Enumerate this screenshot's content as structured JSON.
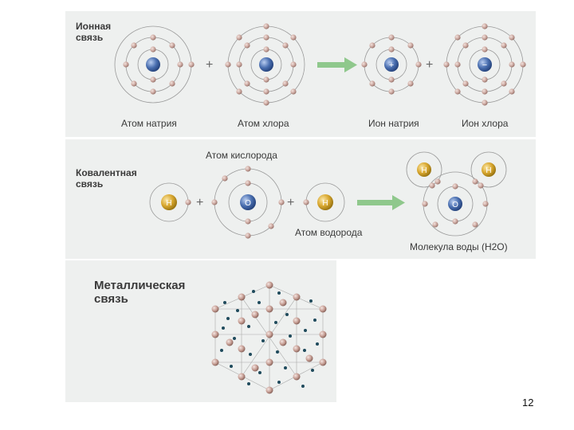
{
  "ionic": {
    "title": "Ионная\nсвязь",
    "captions": [
      "Атом натрия",
      "Атом хлора",
      "Ион натрия",
      "Ион хлора"
    ],
    "plus": "+",
    "nucleus_signs": [
      "+",
      "−"
    ]
  },
  "covalent": {
    "title": "Ковалентная\nсвязь",
    "oxygen_label": "Атом кислорода",
    "hydrogen_label": "Атом водорода",
    "water_label": "Молекула воды (H2O)",
    "h": "H",
    "o": "O",
    "plus": "+"
  },
  "metallic": {
    "title": "Металлическая\nсвязь"
  },
  "page_number": "12",
  "colors": {
    "panel": "#eef0ef",
    "electron": "#c9a59d",
    "nucleus": "#4a6fb0",
    "hydrogen": "#d9a830",
    "arrow": "#8fc88c",
    "orbit": "#9a9a9a",
    "free_electron": "#1f4a5c"
  }
}
